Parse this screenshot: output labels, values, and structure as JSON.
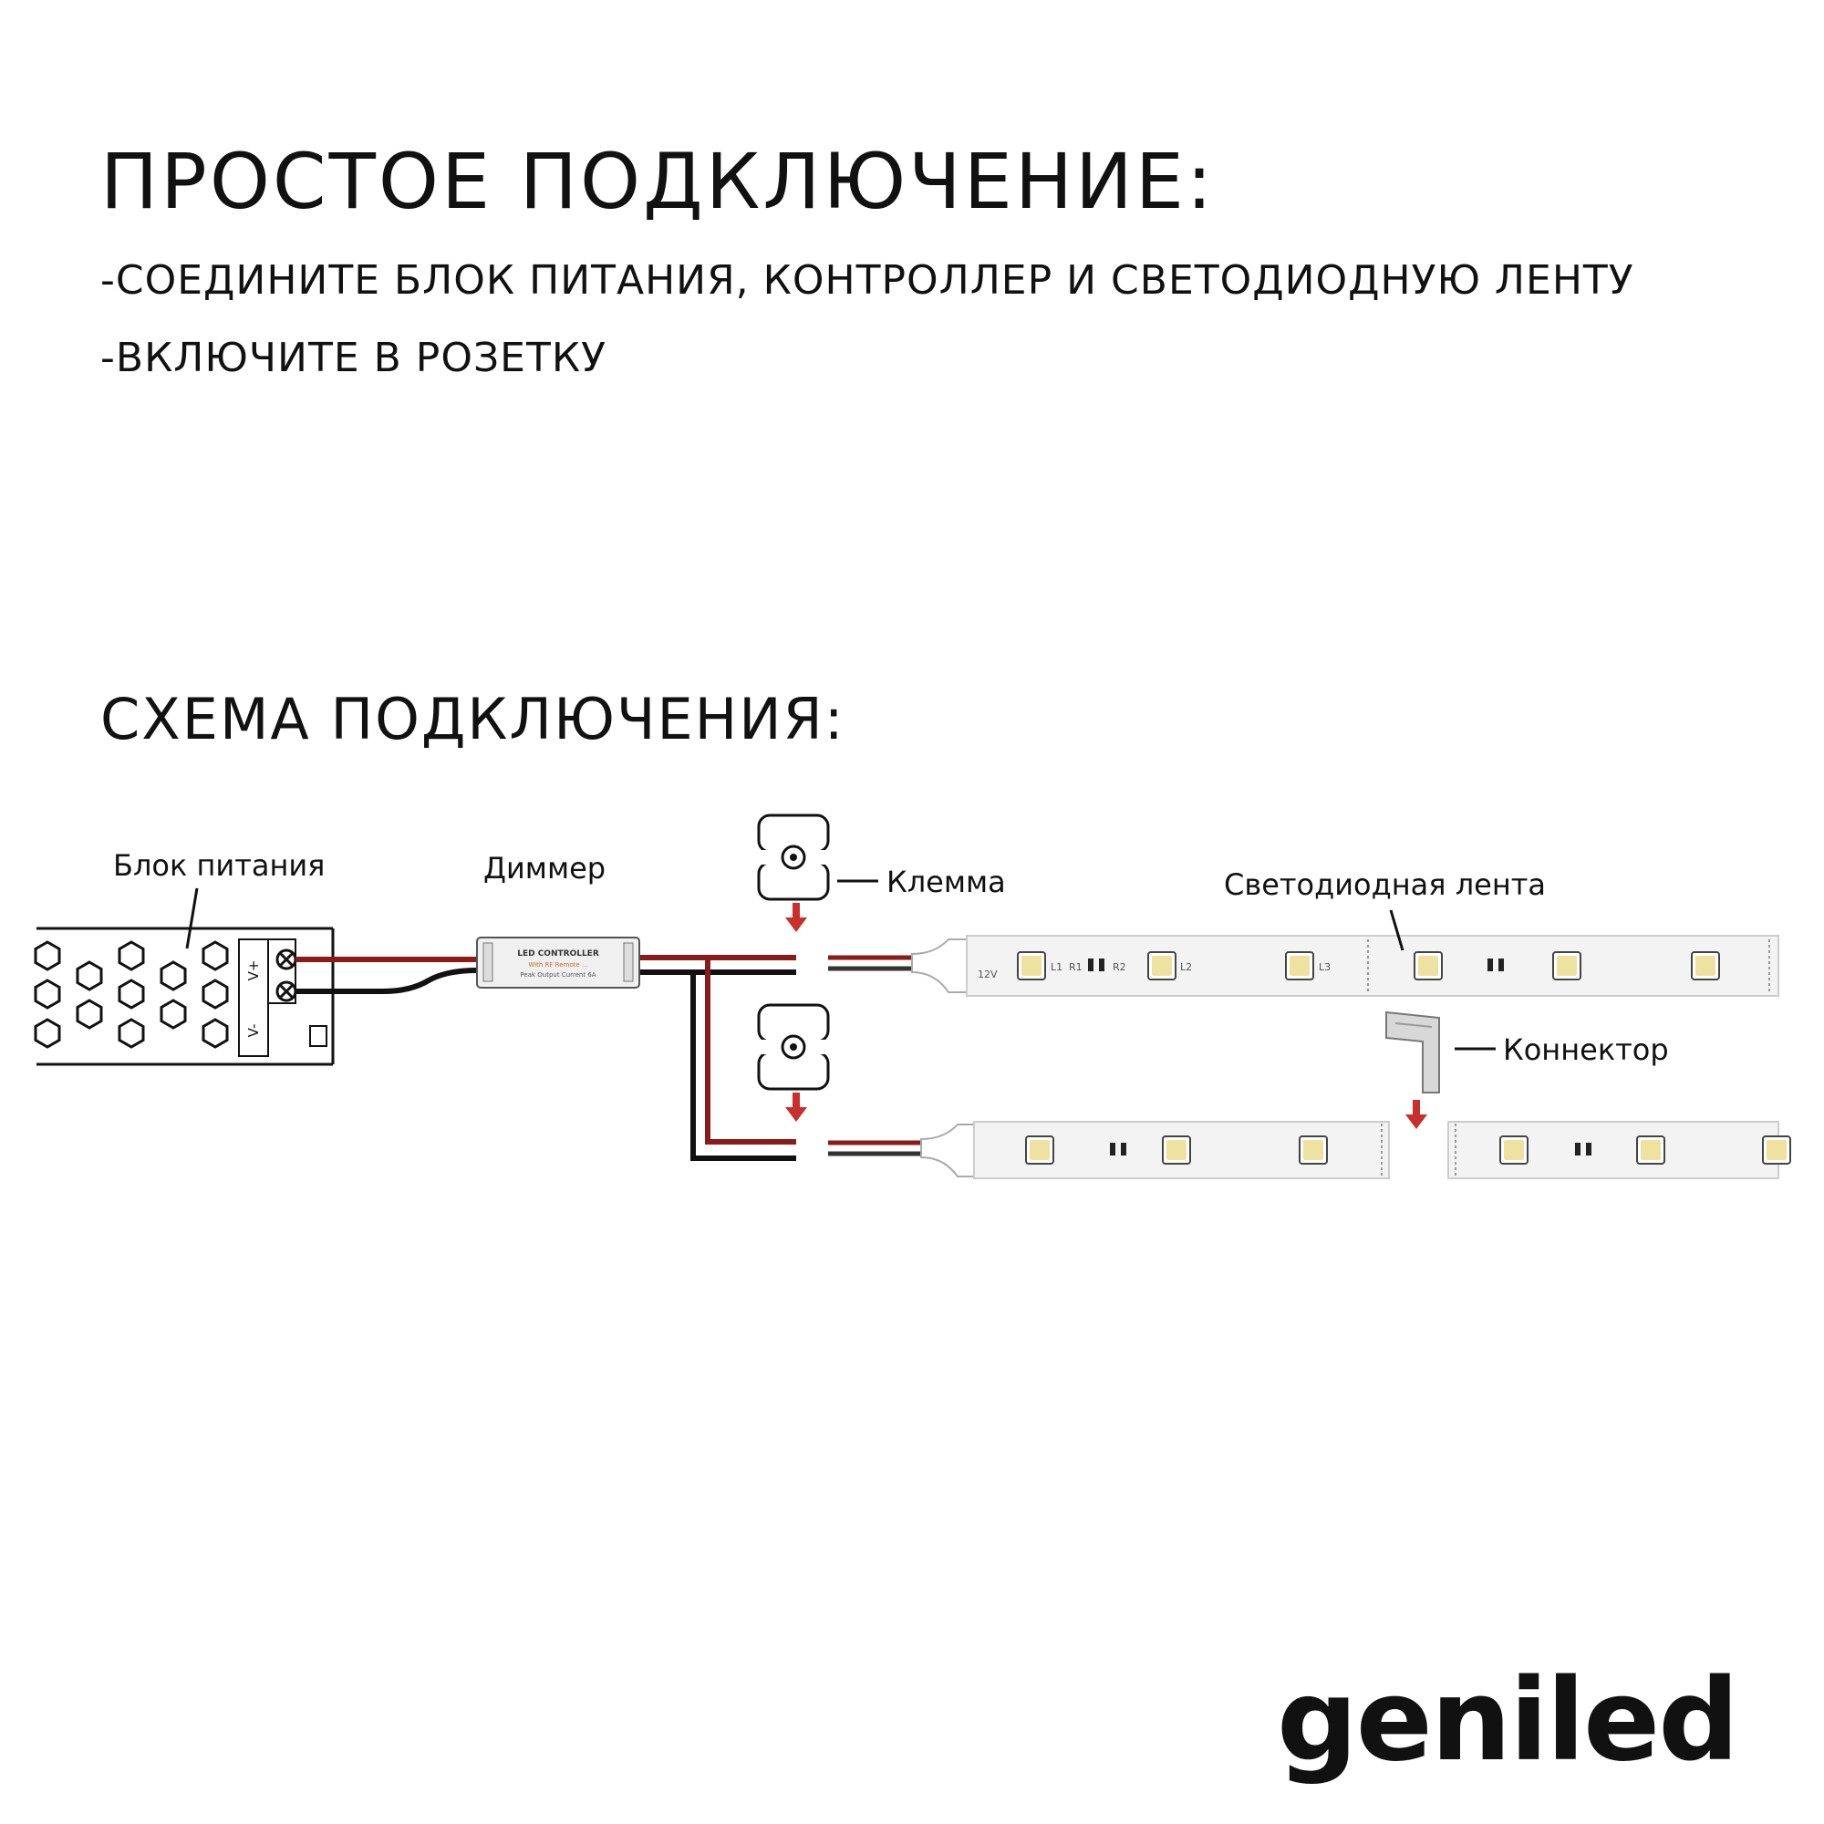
{
  "header": {
    "title": "ПРОСТОЕ ПОДКЛЮЧЕНИЕ:",
    "steps": [
      "-СОЕДИНИТЕ БЛОК ПИТАНИЯ, КОНТРОЛЛЕР И СВЕТОДИОДНУЮ ЛЕНТУ",
      "-ВКЛЮЧИТЕ В РОЗЕТКУ"
    ]
  },
  "scheme": {
    "title": "СХЕМА ПОДКЛЮЧЕНИЯ:",
    "labels": {
      "power_supply": "Блок питания",
      "dimmer": "Диммер",
      "terminal": "Клемма",
      "led_strip": "Светодиодная лента",
      "connector": "Коннектор"
    },
    "power_supply_terminals": [
      "V+",
      "V-"
    ],
    "controller_text": {
      "name": "LED CONTROLLER",
      "line2": "With RF Remote ...",
      "line3": "Peak Output Current 6A"
    },
    "strip_markings": [
      "12V",
      "L1",
      "R1",
      "R2",
      "L2",
      "L3"
    ]
  },
  "brand": {
    "logo": "geniled"
  },
  "colors": {
    "wire_red": "#8b1a1a",
    "wire_black": "#111111",
    "arrow_red": "#c8302c",
    "led_yellow": "#efe1a0",
    "strip_fill": "#f3f3f3"
  }
}
